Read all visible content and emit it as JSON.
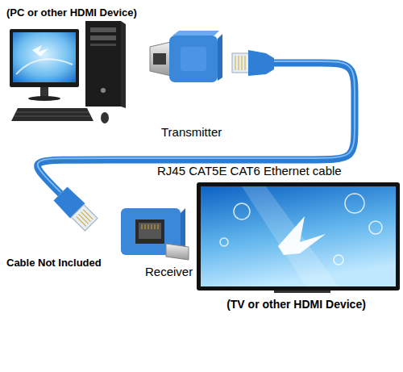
{
  "diagram": {
    "nodes": [
      {
        "text": [
          "(PC or other HDMI Device)"
        ]
      },
      {
        "text": [
          "Transmitter"
        ]
      },
      {
        "text": [
          "Receiver"
        ]
      },
      {
        "text": [
          "(TV or other HDMI Device)"
        ]
      }
    ],
    "edges": [
      {
        "from": 1,
        "to": 2,
        "arrow": "none",
        "label": "RJ45 CAT5E CAT6 Ethernet cable"
      }
    ],
    "labels": [
      "Cable Not Included"
    ]
  }
}
